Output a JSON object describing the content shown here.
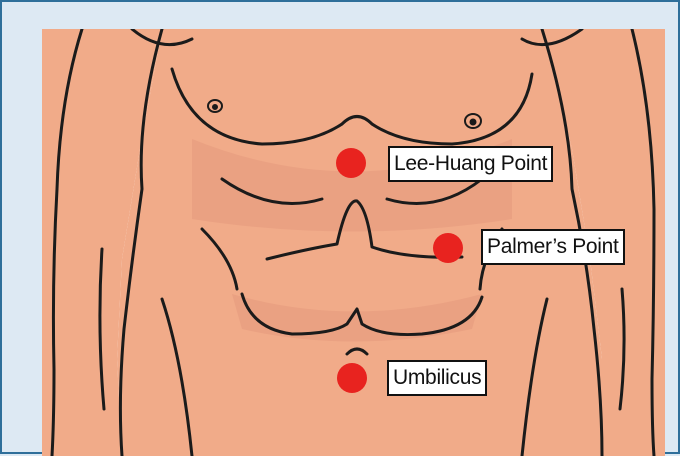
{
  "colors": {
    "skin": "#f1ab89",
    "skin_shadow": "#e2957a",
    "outline": "#1b1b1b",
    "marker": "#e8231f",
    "frame_border": "#2f6f9a",
    "frame_bg": "#dde9f3"
  },
  "points": [
    {
      "id": "lee-huang",
      "label": "Lee-Huang Point"
    },
    {
      "id": "palmers",
      "label": "Palmer’s Point"
    },
    {
      "id": "umbilicus",
      "label": "Umbilicus"
    }
  ]
}
